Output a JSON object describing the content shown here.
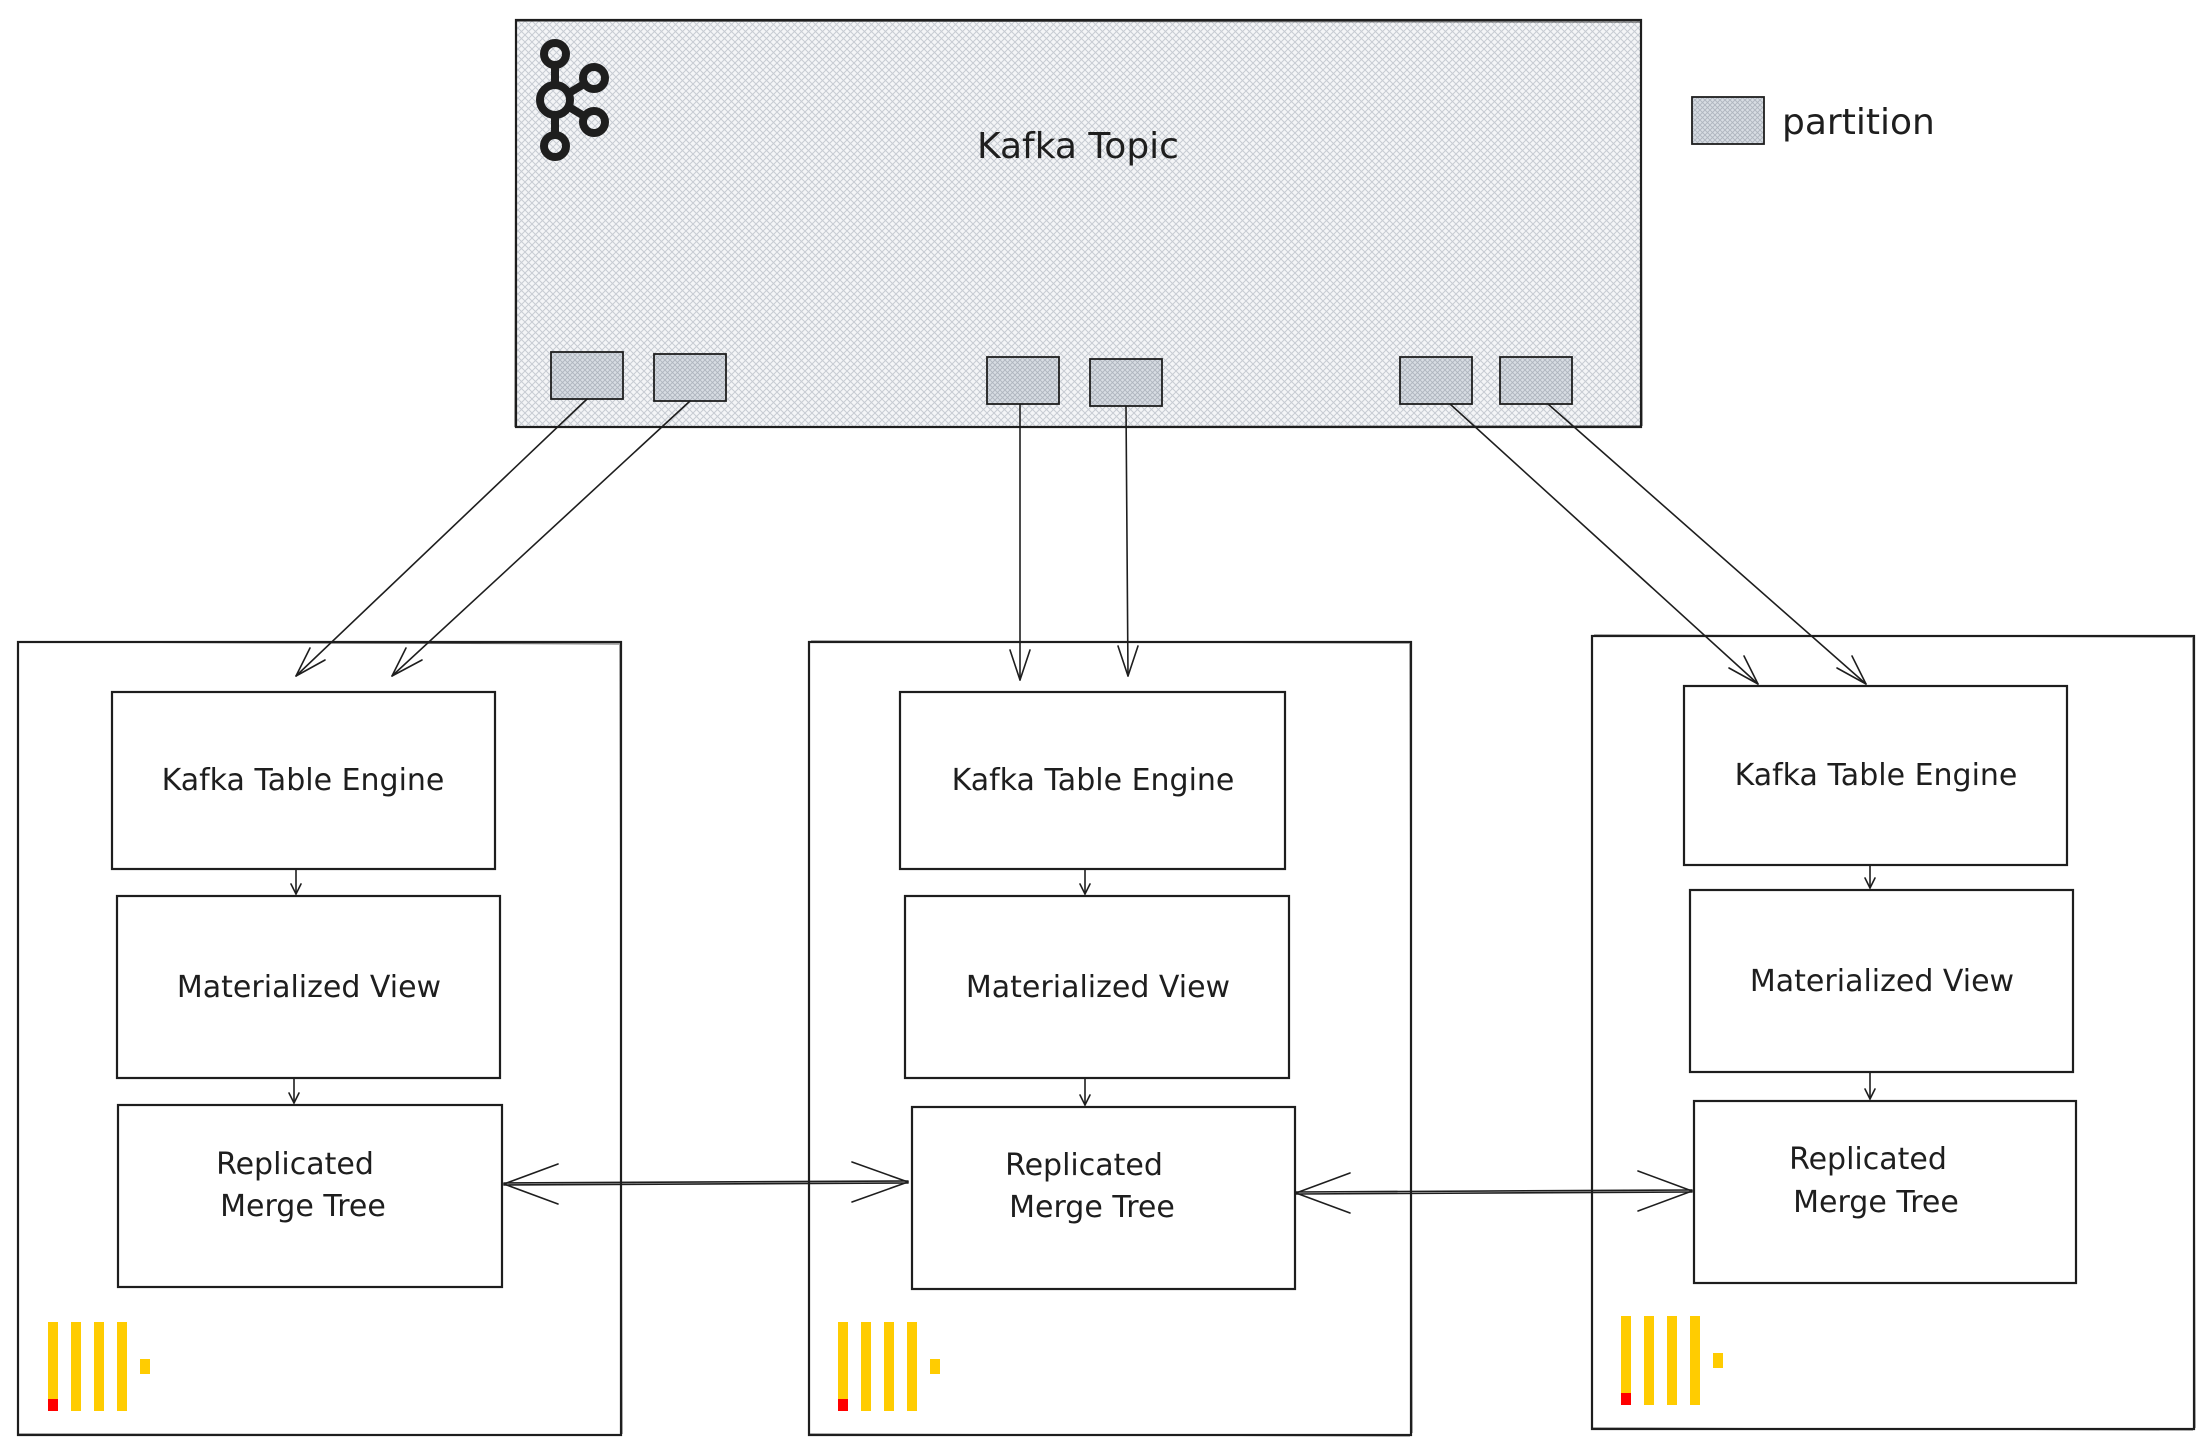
{
  "topic": {
    "title": "Kafka Topic"
  },
  "legend": {
    "label": "partition"
  },
  "nodes": [
    {
      "kafka_engine": "Kafka Table Engine",
      "mat_view": "Materialized View",
      "rmt_line1": "Replicated",
      "rmt_line2": "Merge Tree"
    },
    {
      "kafka_engine": "Kafka Table Engine",
      "mat_view": "Materialized View",
      "rmt_line1": "Replicated",
      "rmt_line2": "Merge Tree"
    },
    {
      "kafka_engine": "Kafka Table Engine",
      "mat_view": "Materialized View",
      "rmt_line1": "Replicated",
      "rmt_line2": "Merge Tree"
    }
  ],
  "colors": {
    "stroke": "#1e1e1e",
    "hatch": "#c7ccd3",
    "partition_fill": "#d8dde3",
    "clickhouse_yellow": "#ffcc01",
    "clickhouse_red": "#ff0000"
  },
  "icons": {
    "topic_logo": "kafka-logo-icon",
    "node_logo": "clickhouse-logo-icon"
  }
}
